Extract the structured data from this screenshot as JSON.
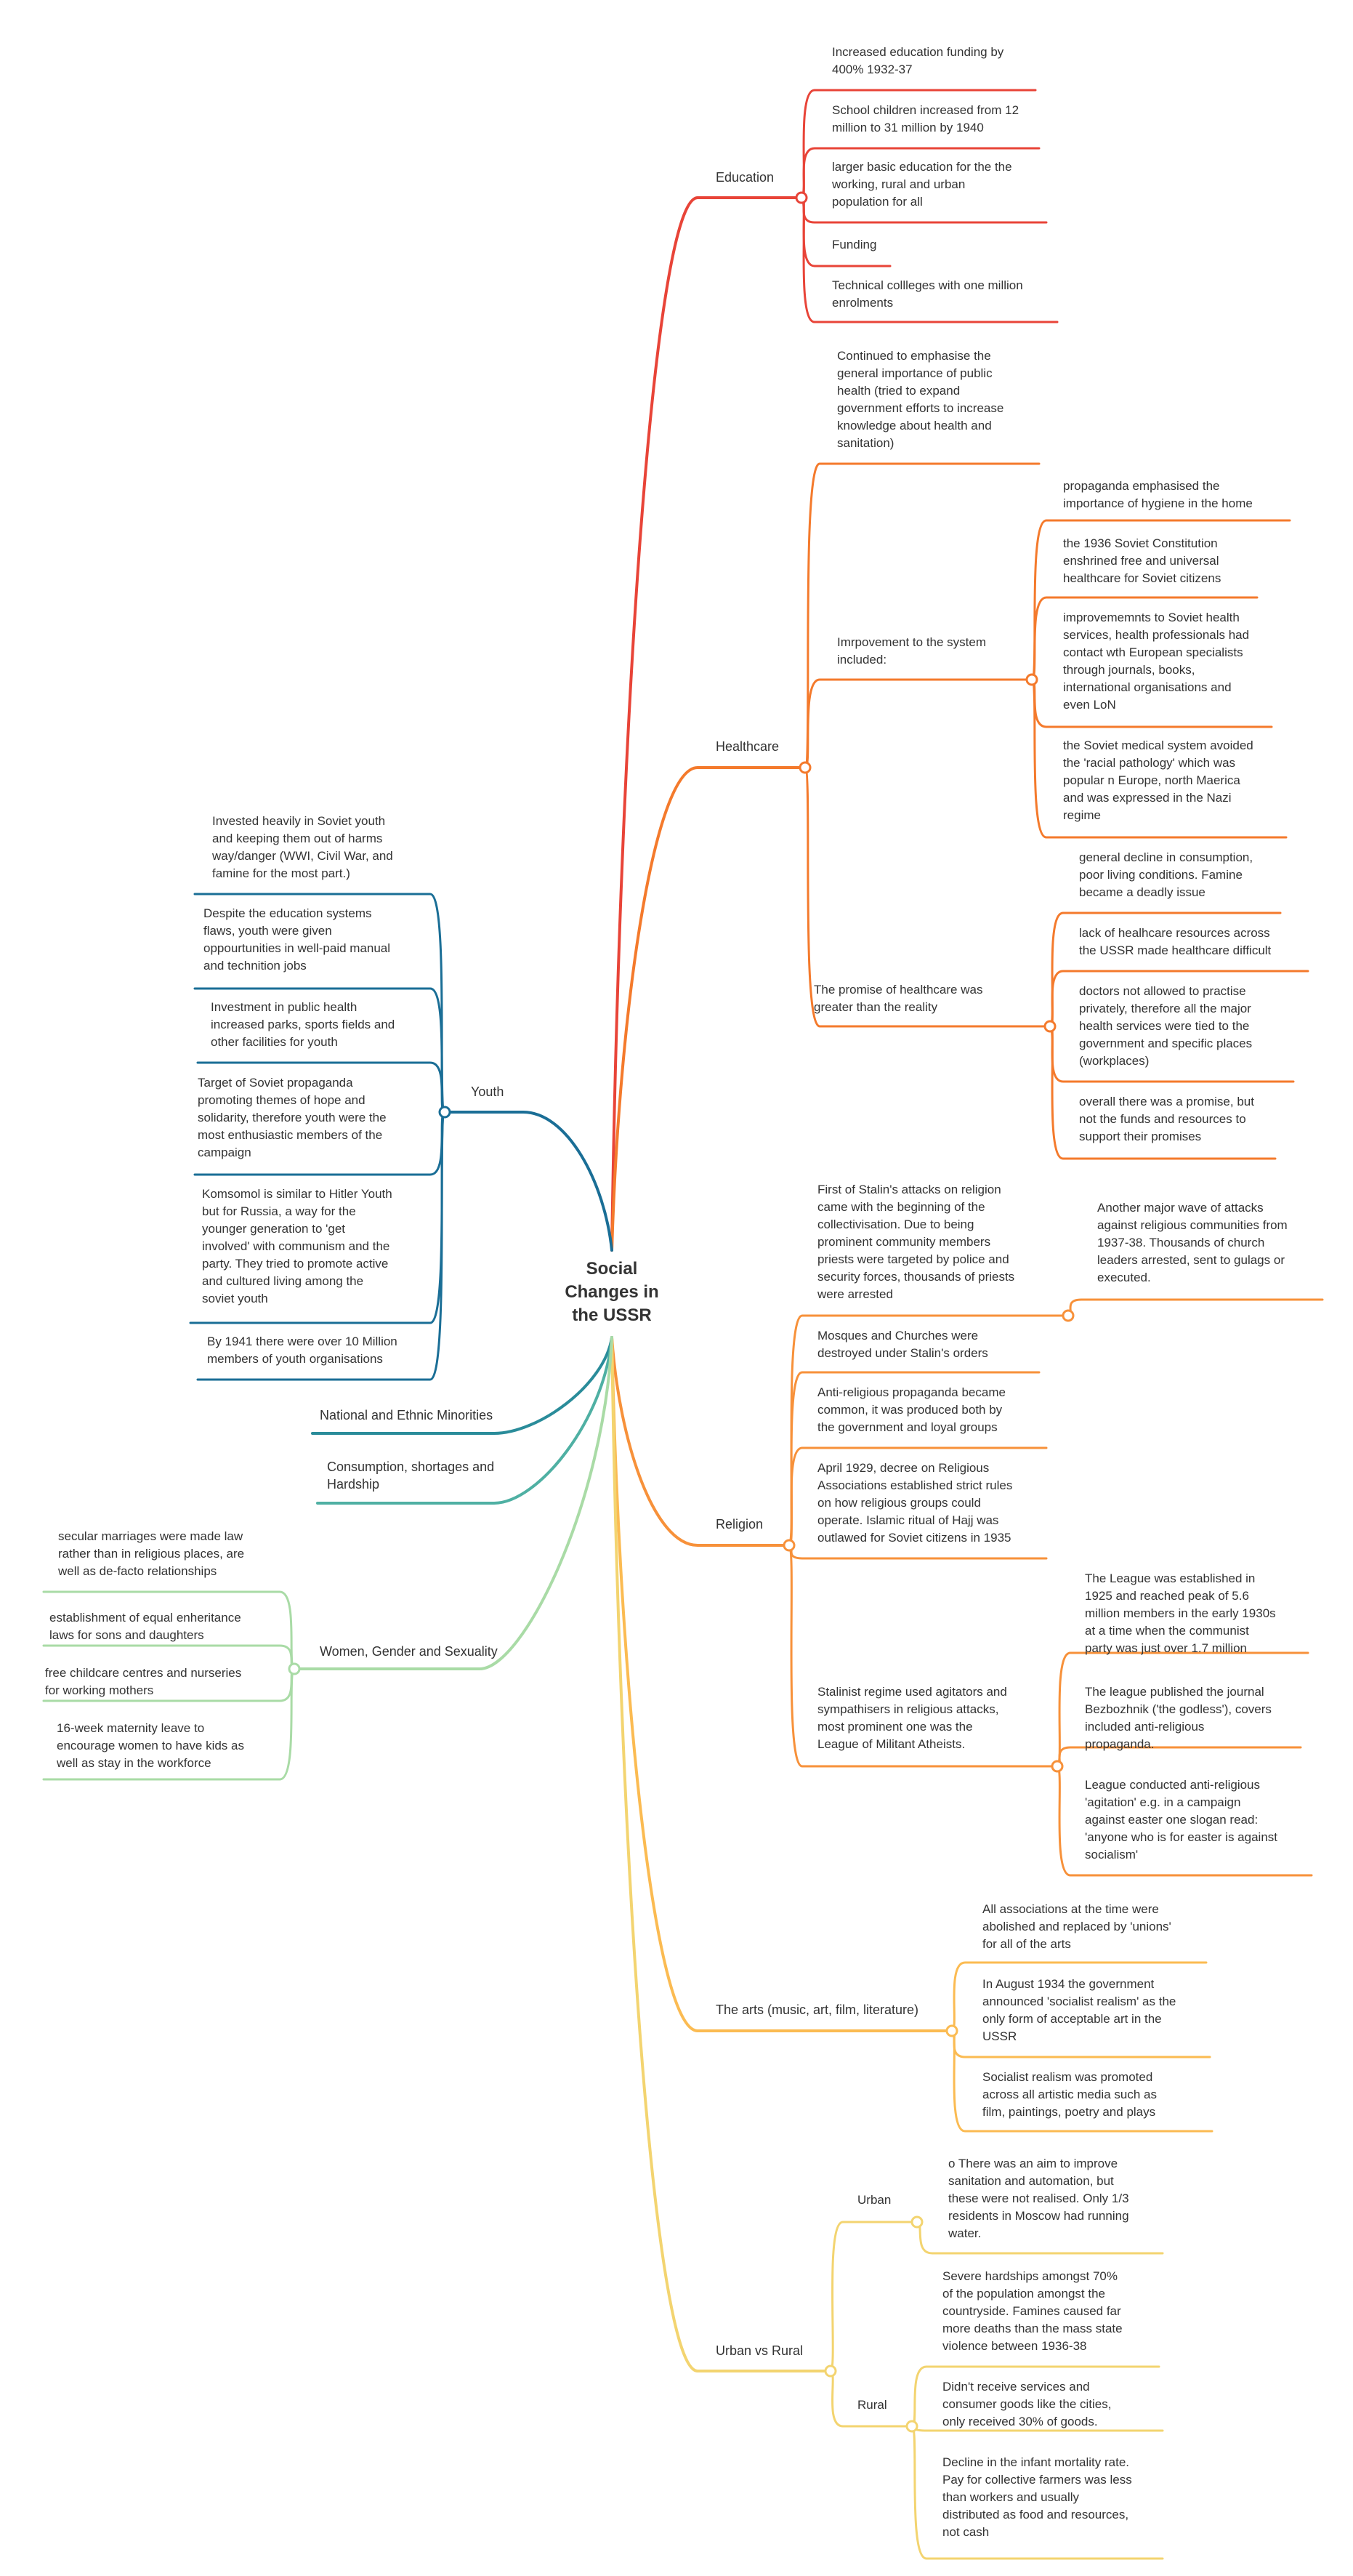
{
  "center": {
    "title": "Social\nChanges in\nthe USSR"
  },
  "colors": {
    "education": "#e84438",
    "healthcare": "#f47a2c",
    "religion": "#f7913a",
    "arts": "#fbbb52",
    "urbanrural": "#f3d470",
    "youth": "#1a6e96",
    "minorities": "#2a8c9a",
    "consumption": "#4fb0a3",
    "women": "#a9dba6"
  },
  "nodes": {
    "education": "Education",
    "edu_1": "Increased education funding by\n400% 1932-37",
    "edu_2": "School children increased from 12\nmillion to 31 million by 1940",
    "edu_3": "larger basic education for the the\nworking, rural and urban\npopulation for all",
    "edu_4": "Funding",
    "edu_5": "Technical collleges with one million\nenrolments",
    "healthcare": "Healthcare",
    "hc_1": "Continued to emphasise the\ngeneral importance of public\nhealth (tried to expand\ngovernment efforts to increase\nknowledge about health and\nsanitation)",
    "hc_2": "Imrpovement to the system\nincluded:",
    "hc_2_1": "propaganda emphasised the\nimportance of hygiene in the home",
    "hc_2_2": "the 1936 Soviet Constitution\nenshrined free and universal\nhealthcare for Soviet citizens",
    "hc_2_3": "improvememnts to Soviet health\nservices, health professionals had\ncontact wth European specialists\nthrough journals, books,\ninternational organisations and\neven LoN",
    "hc_2_4": "the Soviet medical system avoided\nthe 'racial pathology' which was\npopular n Europe, north Maerica\nand was expressed in the Nazi\nregime",
    "hc_3": "The promise of healthcare was\ngreater than the reality",
    "hc_3_1": "general decline in consumption,\npoor living conditions. Famine\nbecame a deadly issue",
    "hc_3_2": "lack of healhcare resources across\nthe USSR made healthcare difficult",
    "hc_3_3": "doctors not allowed to practise\nprivately, therefore all the major\nhealth services were tied to the\ngovernment and specific places\n(workplaces)",
    "hc_3_4": "overall there was a promise, but\nnot the funds and resources to\nsupport their promises",
    "religion": "Religion",
    "rel_1": "First of Stalin's attacks on religion\ncame with the beginning of the\ncollectivisation. Due to being\nprominent community members\npriests were targeted by police and\nsecurity forces, thousands of priests\nwere arrested",
    "rel_1_1": "Another major wave of attacks\nagainst religious communities from\n1937-38. Thousands of church\nleaders arrested, sent to gulags or\nexecuted.",
    "rel_2": "Mosques and Churches were\ndestroyed under Stalin's orders",
    "rel_3": "Anti-religious propaganda became\ncommon, it was produced both by\nthe government and loyal groups",
    "rel_4": "April 1929, decree on Religious\nAssociations established strict rules\non how religious groups could\noperate. Islamic ritual of Hajj was\noutlawed for Soviet citizens in 1935",
    "rel_5": "Stalinist regime used agitators and\nsympathisers in religious attacks,\nmost prominent one was the\nLeague of Militant Atheists.",
    "rel_5_1": "The League was established in\n1925 and reached peak of 5.6\nmillion members in the early 1930s\nat a time when the communist\nparty was just over 1.7 million",
    "rel_5_2": "The league published the journal\nBezbozhnik ('the godless'), covers\nincluded anti-religious\npropaganda.",
    "rel_5_3": "League conducted anti-religious\n'agitation' e.g. in a campaign\nagainst easter one slogan read:\n'anyone who is for easter is against\nsocialism'",
    "arts": "The arts (music, art, film, literature)",
    "arts_1": "All associations at the time were\nabolished and replaced by 'unions'\nfor all of the arts",
    "arts_2": "In August 1934 the government\nannounced 'socialist realism' as the\nonly form of acceptable art in the\nUSSR",
    "arts_3": "Socialist realism was promoted\nacross all artistic media such as\nfilm, paintings, poetry and plays",
    "urbanrural": "Urban vs Rural",
    "urban": "Urban",
    "urban_1": "o     There was an aim to improve\nsanitation and automation, but\nthese were not realised. Only 1/3\nresidents in Moscow had running\nwater.",
    "rural": "Rural",
    "rural_1": "Severe hardships amongst 70%\nof the population amongst the\ncountryside. Famines caused far\nmore deaths than the mass state\nviolence between 1936-38",
    "rural_2": "Didn't receive services and\nconsumer goods like the cities,\nonly received 30% of goods.",
    "rural_3": "Decline in the infant mortality rate.\nPay for collective farmers was less\nthan workers and usually\ndistributed as food and resources,\nnot cash",
    "youth": "Youth",
    "youth_1": "Invested heavily in Soviet youth\nand keeping them out of harms\nway/danger (WWI, Civil War, and\nfamine for the most part.)",
    "youth_2": "Despite the education systems\nflaws, youth were given\noppourtunities in well-paid manual\nand technition jobs",
    "youth_3": "Investment in public health\nincreased parks, sports fields and\nother facilities for youth",
    "youth_4": "Target of Soviet propaganda\npromoting themes of hope and\nsolidarity, therefore youth were the\nmost enthusiastic members of the\ncampaign",
    "youth_5": "Komsomol is similar to Hitler Youth\nbut for Russia, a way for the\nyounger generation to 'get\ninvolved' with communism and the\nparty. They tried to promote active\nand cultured living among the\nsoviet youth",
    "youth_6": "By 1941 there were over 10 Million\nmembers of youth organisations",
    "minorities": "National and Ethnic Minorities",
    "consumption": "Consumption, shortages and\nHardship",
    "women": "Women, Gender and Sexuality",
    "women_1": "secular marriages were made law\nrather than in religious places, are\nwell as de-facto relationships",
    "women_2": "establishment of equal enheritance\nlaws for sons and daughters",
    "women_3": "free childcare centres and nurseries\nfor working mothers",
    "women_4": "16-week maternity leave to\nencourage women to have kids as\nwell as stay in the workforce"
  }
}
